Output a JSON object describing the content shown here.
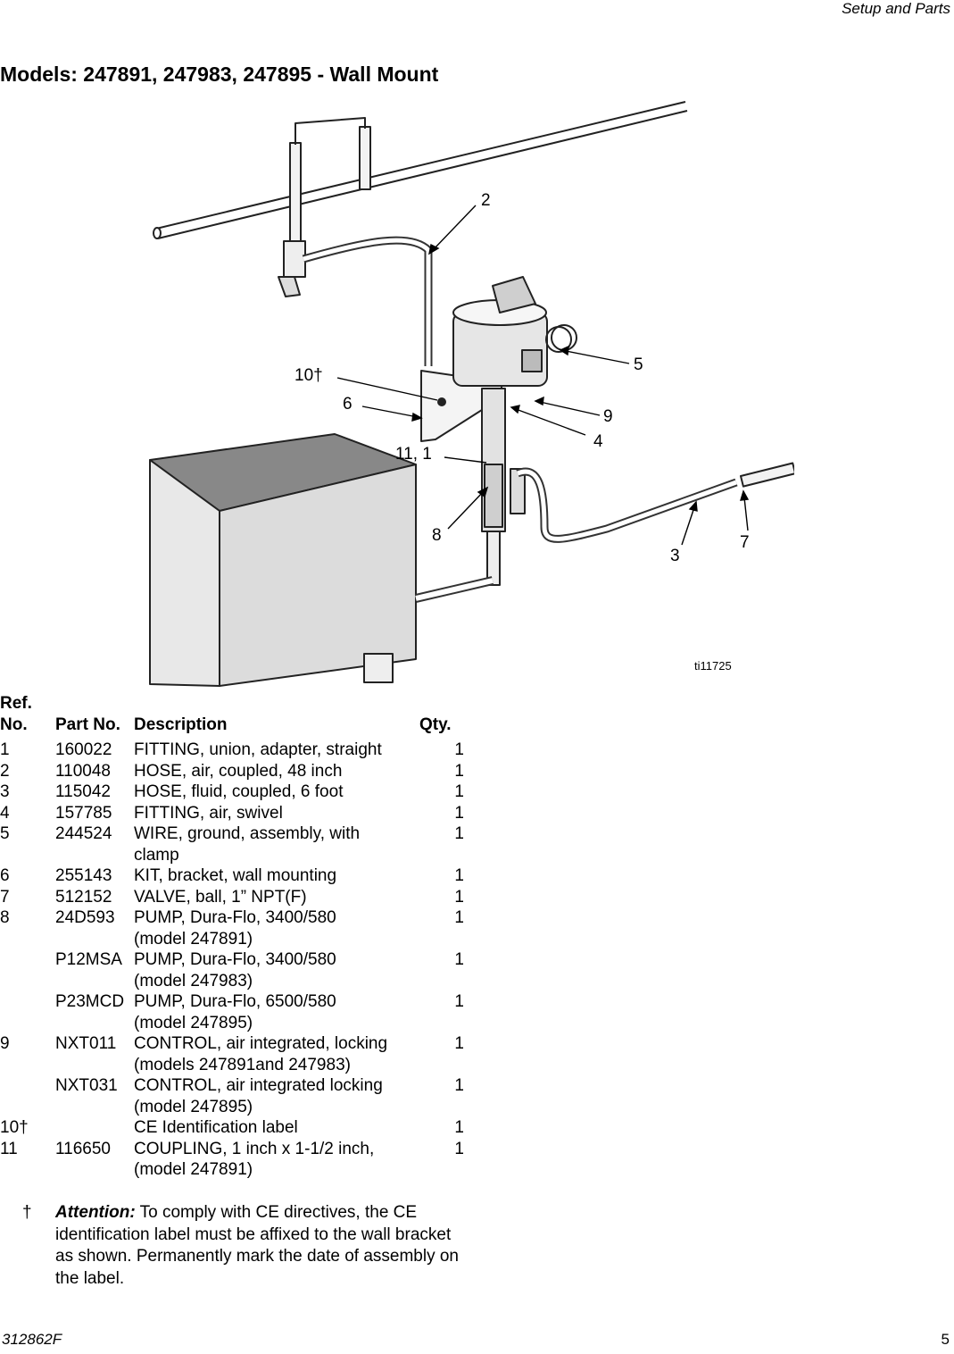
{
  "header": {
    "section": "Setup and Parts"
  },
  "title": "Models: 247891, 247983, 247895 - Wall Mount",
  "figure": {
    "callouts": [
      "2",
      "5",
      "10†",
      "6",
      "9",
      "4",
      "11, 1",
      "8",
      "3",
      "7"
    ],
    "image_id": "ti11725"
  },
  "parts_table": {
    "headers": {
      "ref": "Ref.\nNo.",
      "ref_line1": "Ref.",
      "ref_line2": "No.",
      "part": "Part No.",
      "desc": "Description",
      "qty": "Qty."
    },
    "rows": [
      {
        "ref": "1",
        "part": "160022",
        "desc": "FITTING, union, adapter, straight",
        "sub": "",
        "qty": "1"
      },
      {
        "ref": "2",
        "part": "110048",
        "desc": "HOSE, air, coupled, 48 inch",
        "sub": "",
        "qty": "1"
      },
      {
        "ref": "3",
        "part": "115042",
        "desc": "HOSE, fluid, coupled, 6 foot",
        "sub": "",
        "qty": "1"
      },
      {
        "ref": "4",
        "part": "157785",
        "desc": "FITTING, air, swivel",
        "sub": "",
        "qty": "1"
      },
      {
        "ref": "5",
        "part": "244524",
        "desc": "WIRE, ground, assembly, with",
        "sub": "clamp",
        "qty": "1"
      },
      {
        "ref": "6",
        "part": "255143",
        "desc": "KIT, bracket, wall mounting",
        "sub": "",
        "qty": "1"
      },
      {
        "ref": "7",
        "part": "512152",
        "desc": "VALVE, ball, 1” NPT(F)",
        "sub": "",
        "qty": "1"
      },
      {
        "ref": "8",
        "part": "24D593",
        "desc": "PUMP, Dura-Flo, 3400/580",
        "sub": "(model 247891)",
        "qty": "1"
      },
      {
        "ref": "",
        "part": "P12MSA",
        "desc": "PUMP, Dura-Flo, 3400/580",
        "sub": "(model 247983)",
        "qty": "1"
      },
      {
        "ref": "",
        "part": "P23MCD",
        "desc": "PUMP, Dura-Flo, 6500/580",
        "sub": "(model 247895)",
        "qty": "1"
      },
      {
        "ref": "9",
        "part": "NXT011",
        "desc": "CONTROL, air integrated, locking",
        "sub": "(models 247891and 247983)",
        "qty": "1"
      },
      {
        "ref": "",
        "part": "NXT031",
        "desc": "CONTROL, air integrated locking",
        "sub": "(model 247895)",
        "qty": "1"
      },
      {
        "ref": "10†",
        "part": "",
        "desc": "CE Identification label",
        "sub": "",
        "qty": "1"
      },
      {
        "ref": "11",
        "part": "116650",
        "desc": "COUPLING, 1 inch x 1-1/2 inch,",
        "sub": "(model 247891)",
        "qty": "1"
      }
    ]
  },
  "note": {
    "mark": "†",
    "label": "Attention:",
    "text": " To comply with CE directives, the CE identification label must be affixed to the wall bracket as shown. Permanently mark the date of assembly on the label."
  },
  "footer": {
    "doc_number": "312862F",
    "page_number": "5"
  }
}
